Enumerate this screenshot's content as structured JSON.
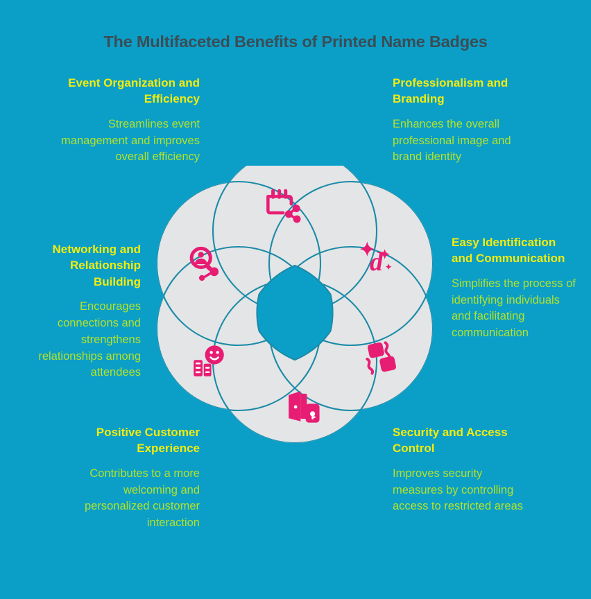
{
  "page": {
    "title": "The Multifaceted Benefits of Printed Name Badges",
    "background_color": "#0b9fc8",
    "title_color": "#3b4d55",
    "heading_color": "#f3ec0e",
    "body_color": "#b4e227",
    "petal_color": "#e4e5e6",
    "petal_stroke_color": "#1b8ba8",
    "icon_color": "#e71d73"
  },
  "benefits": [
    {
      "id": "event-organization",
      "heading": "Event Organization and Efficiency",
      "description": "Streamlines event management and improves overall efficiency",
      "icon": "calendar-share-icon"
    },
    {
      "id": "professionalism",
      "heading": "Professionalism and Branding",
      "description": "Enhances the overall professional image and brand identity",
      "icon": "sparkle-brand-letter-d-icon"
    },
    {
      "id": "easy-identification",
      "heading": "Easy Identification and Communication",
      "description": "Simplifies the process of identifying individuals and facilitating communication",
      "icon": "id-badge-pair-icon"
    },
    {
      "id": "security",
      "heading": "Security and Access Control",
      "description": "Improves security measures by controlling access to restricted areas",
      "icon": "door-keycard-icon"
    },
    {
      "id": "positive-experience",
      "heading": "Positive Customer Experience",
      "description": "Contributes to a more welcoming and personalized customer interaction",
      "icon": "smiley-badge-icon"
    },
    {
      "id": "networking",
      "heading": "Networking and Relationship Building",
      "description": "Encourages connections and strengthens relationships among attendees",
      "icon": "person-search-network-icon"
    }
  ]
}
